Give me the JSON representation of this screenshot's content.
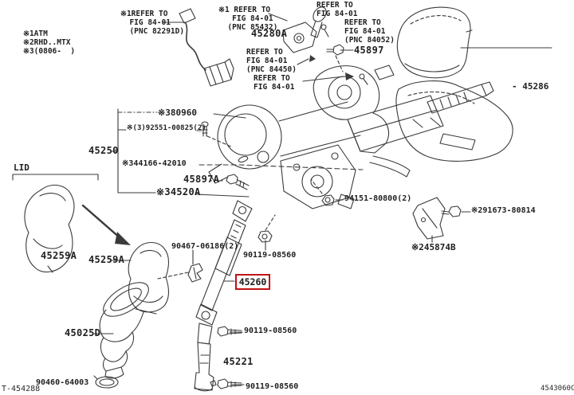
{
  "canvas": {
    "bg": "#ffffff",
    "ink": "#3a3a3a",
    "text_color": "#1f1f1f",
    "highlight_color": "#c11212"
  },
  "notes": {
    "block": "※1ATM\n※2RHD..MTX\n※3(0806-  )"
  },
  "highlight": {
    "text": "45260"
  },
  "footer": {
    "left": "T-454288",
    "right": "4543060C"
  },
  "labels": [
    {
      "name": "refer-fig-pnc-82291d",
      "text": "※1REFER TO\n  FIG 84-01\n  (PNC 82291D)"
    },
    {
      "name": "refer-fig-pnc-85432",
      "text": "※1 REFER TO\n   FIG 84-01\n  (PNC 85432)"
    },
    {
      "name": "refer-fig-top",
      "text": "REFER TO\nFIG 84-01"
    },
    {
      "name": "refer-fig-pnc-84052",
      "text": "REFER TO\nFIG 84-01\n(PNC 84052)"
    },
    {
      "name": "part-45280a",
      "text": "45280A"
    },
    {
      "name": "refer-fig-pnc-84450",
      "text": "REFER TO\nFIG 84-01\n(PNC 84450)"
    },
    {
      "name": "refer-fig-arrow",
      "text": "REFER TO\nFIG 84-01"
    },
    {
      "name": "part-45897",
      "text": "45897"
    },
    {
      "name": "part-45286",
      "text": "- 45286"
    },
    {
      "name": "part-380960",
      "text": "※380960"
    },
    {
      "name": "part-92551-00825",
      "text": "※(3)92551-00825(2)"
    },
    {
      "name": "part-344166-42010",
      "text": "※344166-42010"
    },
    {
      "name": "part-45897a",
      "text": "45897A"
    },
    {
      "name": "part-34520a",
      "text": "※34520A"
    },
    {
      "name": "part-45250",
      "text": "45250"
    },
    {
      "name": "label-lid",
      "text": "LID"
    },
    {
      "name": "part-94151-80800",
      "text": "94151-80800(2)"
    },
    {
      "name": "part-91673-80814",
      "text": "※291673-80814"
    },
    {
      "name": "part-45874b",
      "text": "※245874B"
    },
    {
      "name": "part-45259a-1",
      "text": "45259A"
    },
    {
      "name": "part-45259a-2",
      "text": "45259A"
    },
    {
      "name": "part-90467-06186",
      "text": "90467-06186(2)"
    },
    {
      "name": "part-90119-08560-top",
      "text": "90119-08560"
    },
    {
      "name": "part-90119-08560-mid",
      "text": "90119-08560"
    },
    {
      "name": "part-45025d",
      "text": "45025D"
    },
    {
      "name": "part-45221",
      "text": "45221"
    },
    {
      "name": "part-90119-08560-bot",
      "text": "90119-08560"
    },
    {
      "name": "part-90460-64003",
      "text": "90460-64003"
    }
  ]
}
